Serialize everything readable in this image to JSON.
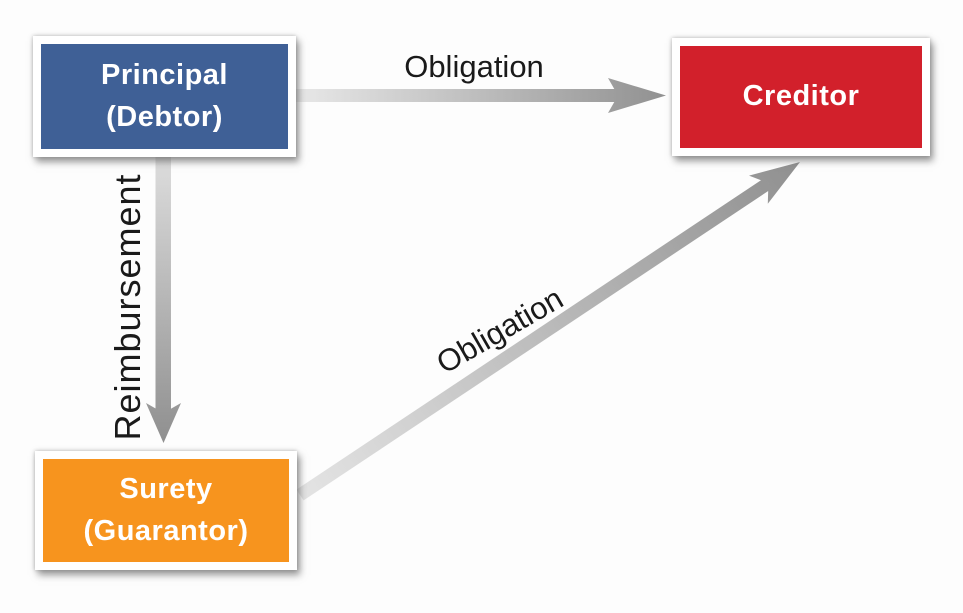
{
  "diagram": {
    "background": "#FDFDFD",
    "label_text_color": "#1A1A1A",
    "nodes": {
      "principal": {
        "line1": "Principal",
        "line2": "(Debtor)",
        "fill": "#3F6096",
        "text_color": "#FFFFFF"
      },
      "creditor": {
        "line1": "Creditor",
        "fill": "#D2202B",
        "text_color": "#FFFFFF"
      },
      "surety": {
        "line1": "Surety",
        "line2": "(Guarantor)",
        "fill": "#F7941E",
        "text_color": "#FFFFFF"
      }
    },
    "arrows": {
      "obligation_top": {
        "label": "Obligation",
        "from": "Principal (Debtor)",
        "to": "Creditor",
        "color_start": "#E8E8E8",
        "color_end": "#919191"
      },
      "reimbursement": {
        "label": "Reimbursement",
        "from": "Principal (Debtor)",
        "to": "Surety (Guarantor)",
        "color_start": "#DFDFDF",
        "color_end": "#8F8F8F"
      },
      "obligation_diagonal": {
        "label": "Obligation",
        "from": "Surety (Guarantor)",
        "to": "Creditor",
        "color_start": "#E4E4E4",
        "color_end": "#909090"
      }
    }
  }
}
